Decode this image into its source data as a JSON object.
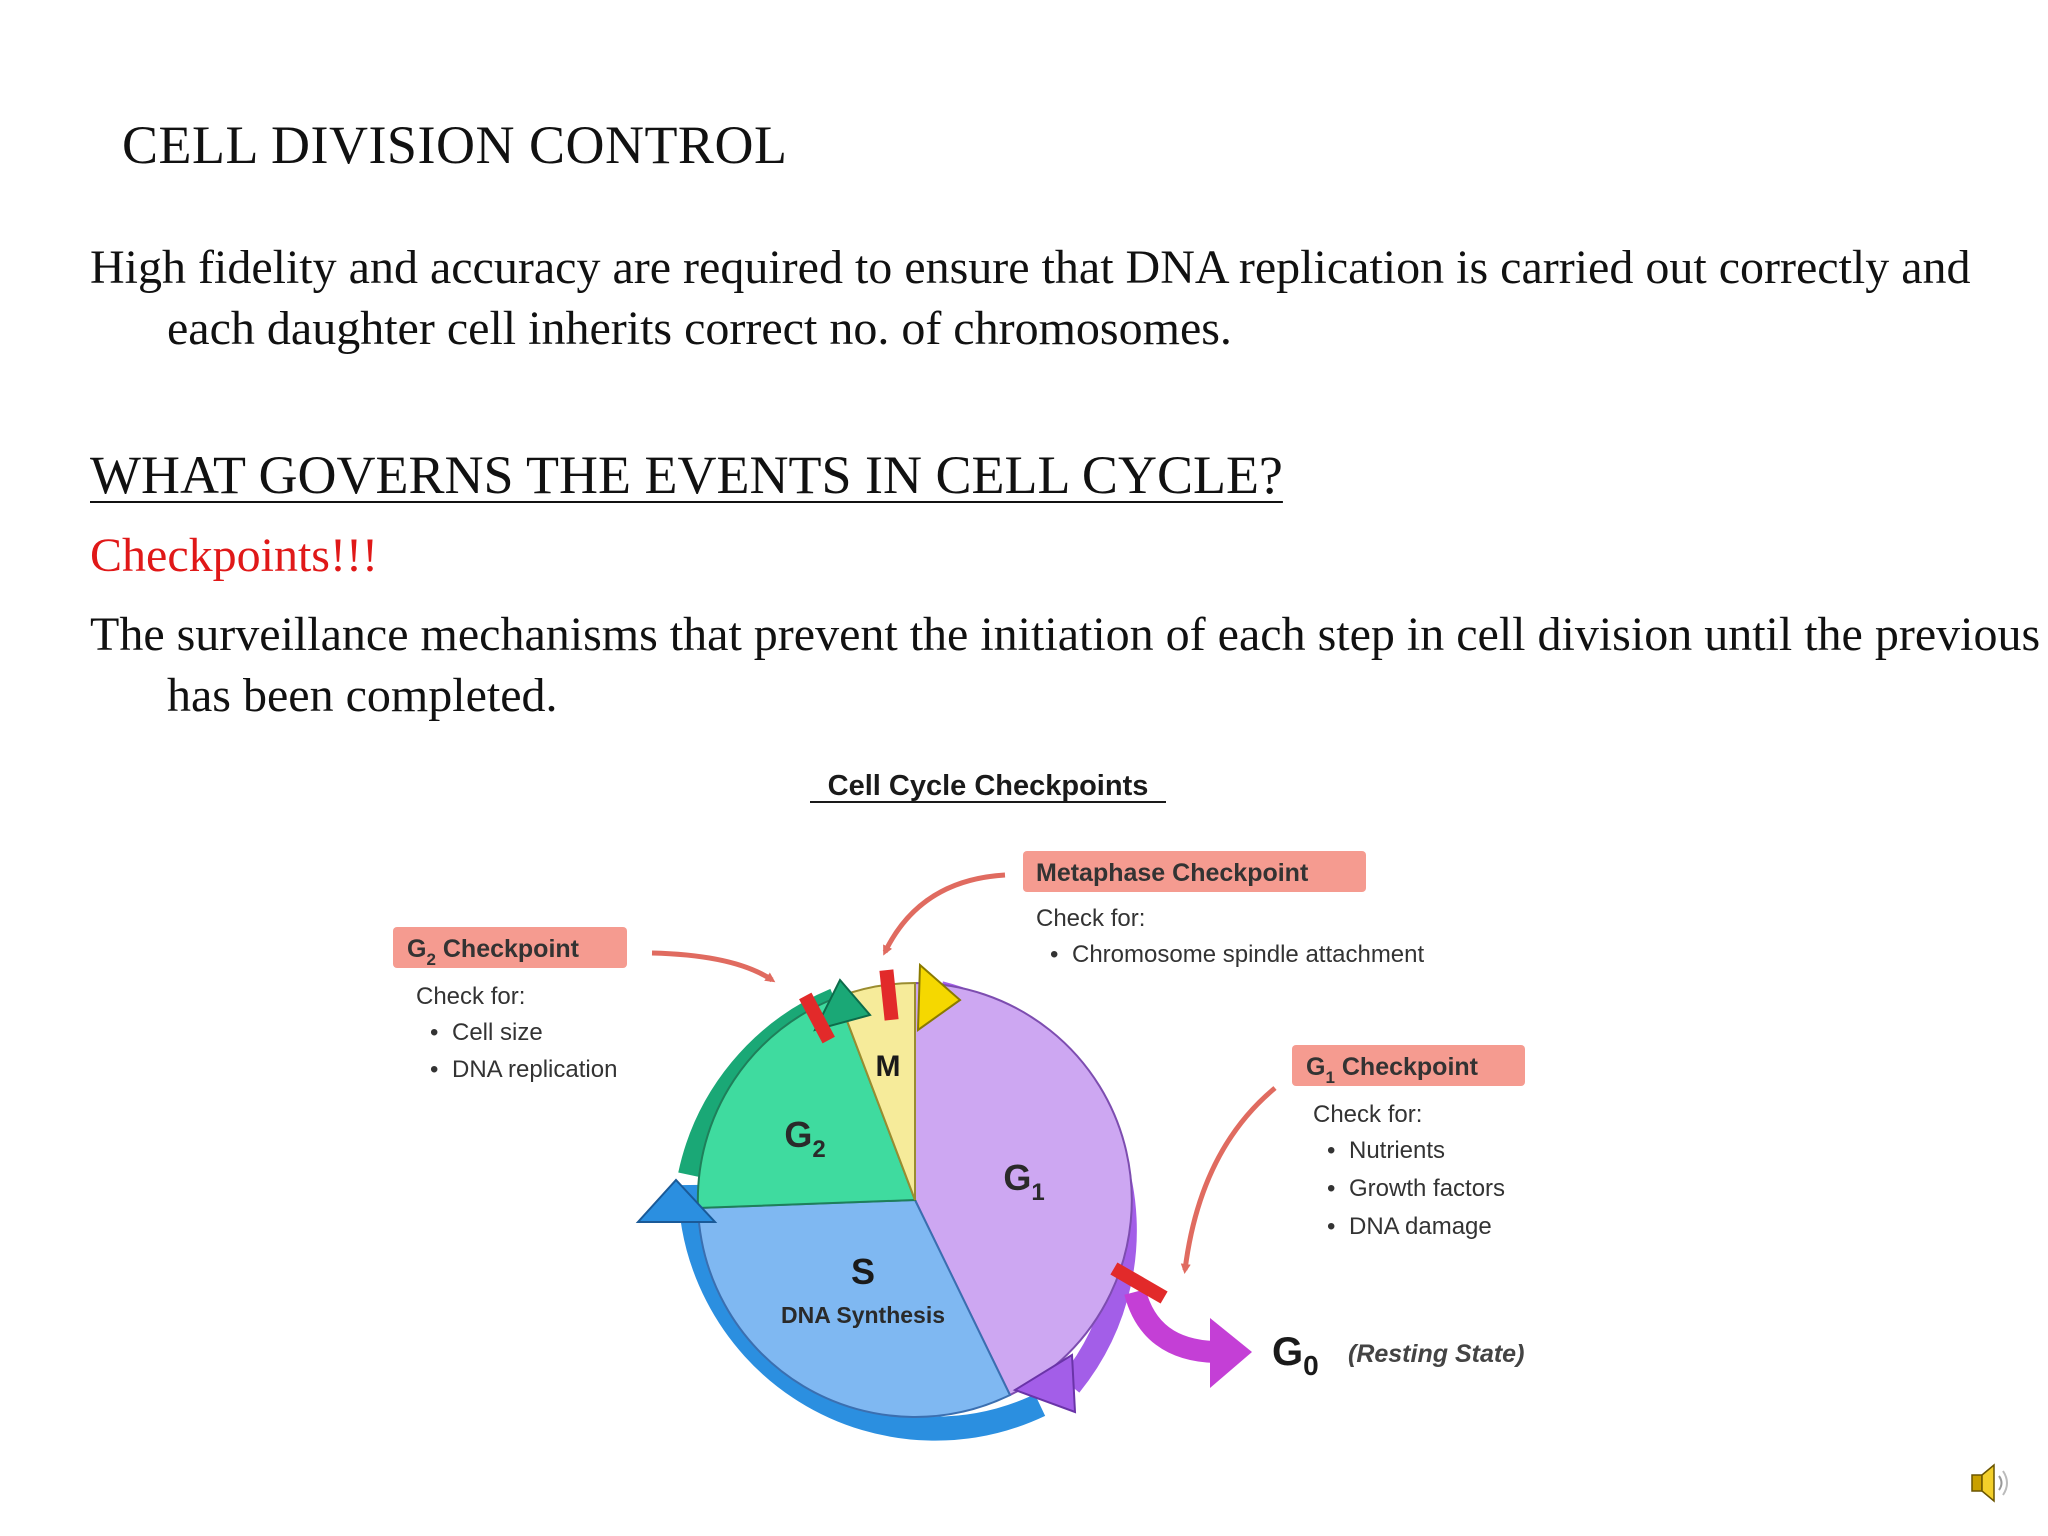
{
  "slide": {
    "title": "CELL DIVISION CONTROL",
    "intro": "High fidelity and accuracy are required to ensure that DNA replication is carried out correctly and each daughter cell inherits correct no. of chromosomes.",
    "question": "WHAT GOVERNS THE EVENTS IN CELL CYCLE?",
    "answer": "Checkpoints!!!",
    "definition": "The surveillance mechanisms that prevent the initiation of each step in cell division until the previous has been completed."
  },
  "diagram": {
    "title": "Cell Cycle Checkpoints",
    "phases": {
      "m": "M",
      "g2": "G",
      "g2_sub": "2",
      "g1": "G",
      "g1_sub": "1",
      "s": "S",
      "s_caption": "DNA Synthesis",
      "g0": "G",
      "g0_sub": "0",
      "g0_caption": "(Resting State)"
    },
    "checkpoints": {
      "metaphase": {
        "label": "Metaphase Checkpoint",
        "check_for": "Check for:",
        "items": [
          "Chromosome spindle attachment"
        ]
      },
      "g2": {
        "label_prefix": "G",
        "label_sub": "2",
        "label_suffix": " Checkpoint",
        "check_for": "Check for:",
        "items": [
          "Cell size",
          "DNA replication"
        ]
      },
      "g1": {
        "label_prefix": "G",
        "label_sub": "1",
        "label_suffix": " Checkpoint",
        "check_for": "Check for:",
        "items": [
          "Nutrients",
          "Growth factors",
          "DNA damage"
        ]
      }
    },
    "colors": {
      "g1": "#cda7f2",
      "g2": "#3fdb9f",
      "s": "#7fb8f2",
      "m": "#f6eb9a",
      "label_bg": "#f59b90",
      "checkpoint_bar": "#e22a2a",
      "arrow_red": "#e06b60"
    }
  },
  "icons": {
    "speaker": "speaker-icon"
  }
}
